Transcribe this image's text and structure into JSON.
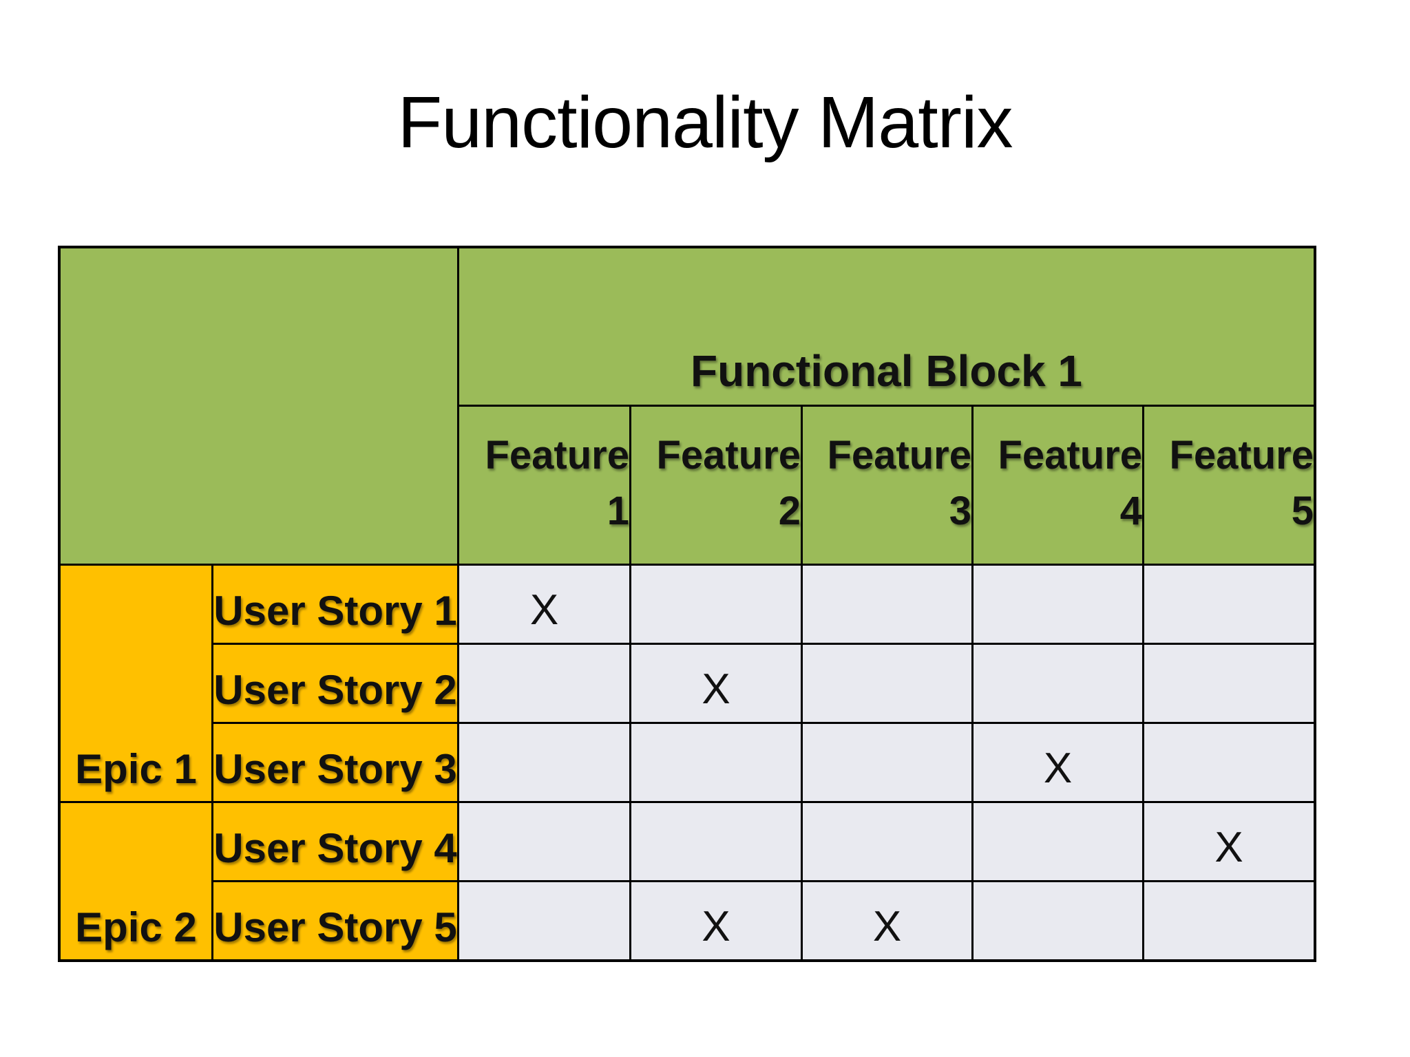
{
  "title": "Functionality Matrix",
  "table": {
    "functional_block_label": "Functional Block 1",
    "features": [
      {
        "line1": "Feature",
        "line2": "1"
      },
      {
        "line1": "Feature",
        "line2": "2"
      },
      {
        "line1": "Feature",
        "line2": "3"
      },
      {
        "line1": "Feature",
        "line2": "4"
      },
      {
        "line1": "Feature",
        "line2": "5"
      }
    ],
    "epics": [
      {
        "label": "Epic 1",
        "stories_span": 3
      },
      {
        "label": "Epic 2",
        "stories_span": 2
      }
    ],
    "user_stories": [
      "User Story 1",
      "User Story 2",
      "User Story 3",
      "User Story 4",
      "User Story 5"
    ],
    "mark_symbol": "X",
    "marks": [
      [
        1,
        0,
        0,
        0,
        0
      ],
      [
        0,
        1,
        0,
        0,
        0
      ],
      [
        0,
        0,
        0,
        1,
        0
      ],
      [
        0,
        0,
        0,
        0,
        1
      ],
      [
        0,
        1,
        1,
        0,
        0
      ]
    ]
  },
  "colors": {
    "header_green": "#9BBB59",
    "epic_orange": "#FFC000",
    "body_cell": "#E9EAF0",
    "border": "#000000"
  }
}
